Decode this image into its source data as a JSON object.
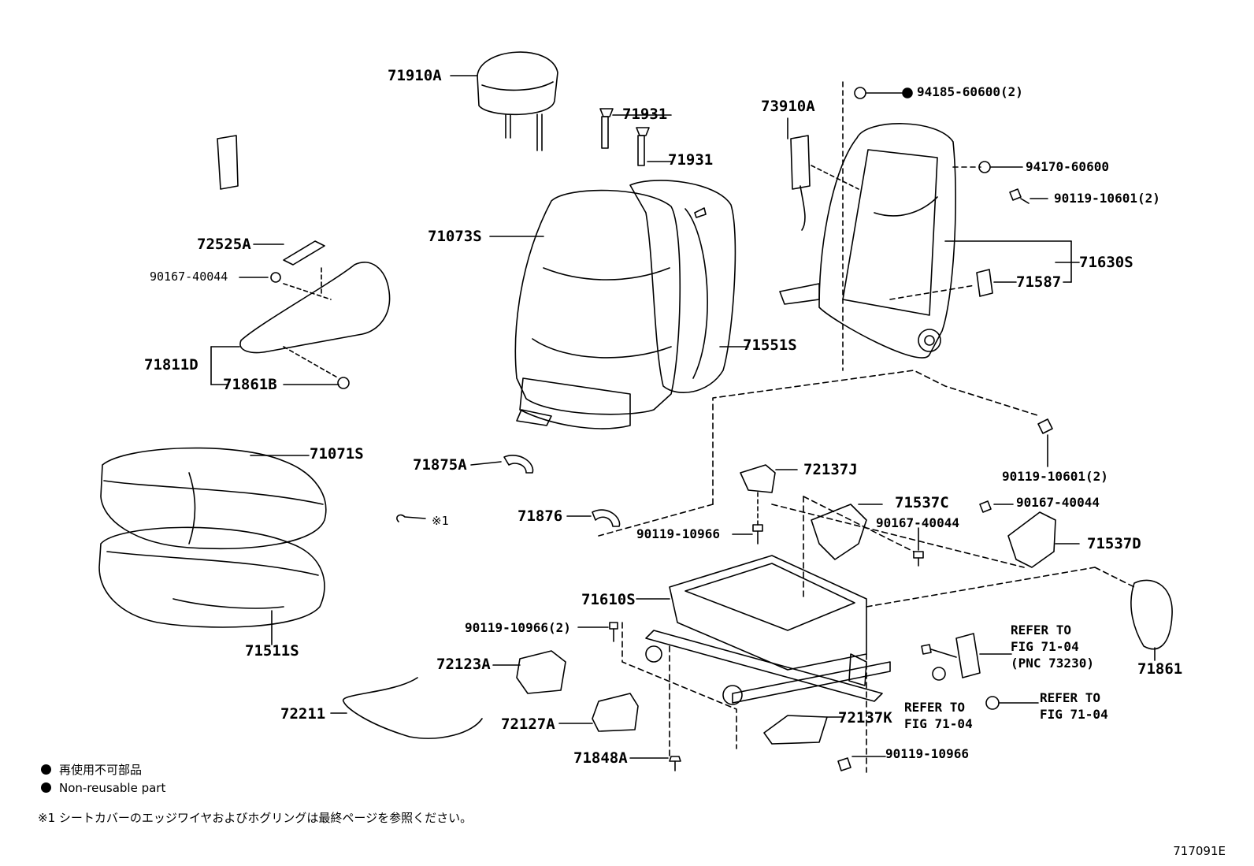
{
  "diagram_code": "717091E",
  "parts": {
    "p71910A": "71910A",
    "p71931a": "71931",
    "p71931b": "71931",
    "p71073S": "71073S",
    "p72525A": "72525A",
    "p90167_40044_left": "90167-40044",
    "p71811D": "71811D",
    "p71861B": "71861B",
    "p71551S": "71551S",
    "p73910A": "73910A",
    "p94185": "94185-60600(2)",
    "p94170": "94170-60600",
    "p90119_10601_top": "90119-10601(2)",
    "p71630S": "71630S",
    "p71587": "71587",
    "p90119_10601_mid": "90119-10601(2)",
    "p71071S": "71071S",
    "p71875A": "71875A",
    "p72137J": "72137J",
    "p71537C": "71537C",
    "p90167_40044_right": "90167-40044",
    "p90167_40044_mid": "90167-40044",
    "p71876": "71876",
    "p90119_10966_a": "90119-10966",
    "p71537D": "71537D",
    "p71610S": "71610S",
    "p90119_10966_2": "90119-10966(2)",
    "p71511S": "71511S",
    "p72123A": "72123A",
    "p72211": "72211",
    "p72127A": "72127A",
    "p71848A": "71848A",
    "p72137K": "72137K",
    "p90119_10966_b": "90119-10966",
    "p71861": "71861",
    "refer_1a": "REFER TO",
    "refer_1b": "FIG 71-04",
    "refer_1c": "(PNC 73230)",
    "refer_2a": "REFER TO",
    "refer_2b": "FIG 71-04",
    "refer_3a": "REFER TO",
    "refer_3b": "FIG 71-04",
    "note_mark": "※1"
  },
  "legend": {
    "jp": "再使用不可部品",
    "en": "Non-reusable part",
    "footnote": "※1 シートカバーのエッジワイヤおよびホグリングは最終ページを参照ください。"
  }
}
